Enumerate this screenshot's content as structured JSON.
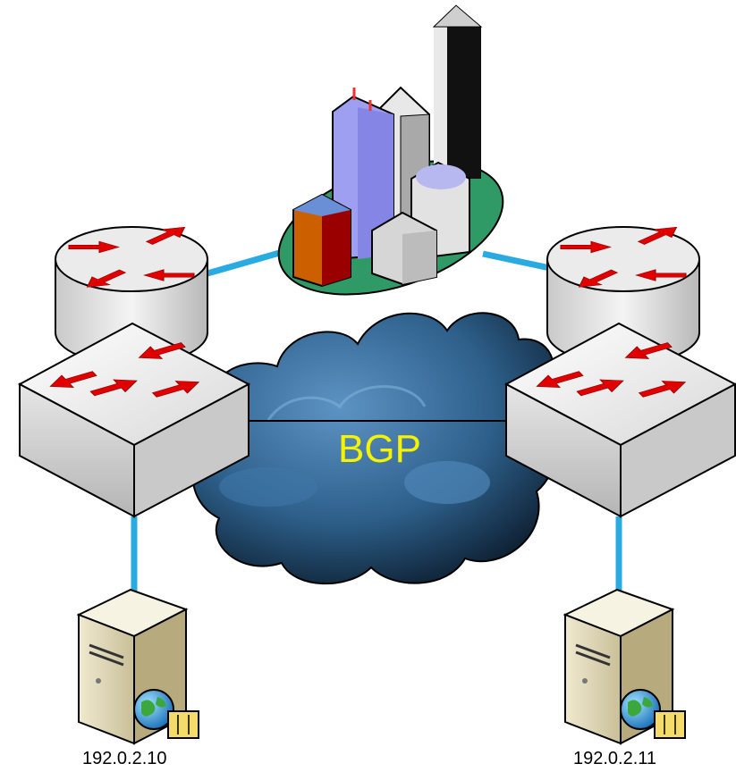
{
  "diagram": {
    "cloud_label": "BGP",
    "nodes": [
      {
        "id": "city",
        "icon": "city-buildings-icon"
      },
      {
        "id": "router-left",
        "icon": "router-icon"
      },
      {
        "id": "router-right",
        "icon": "router-icon"
      },
      {
        "id": "switch-left",
        "icon": "switch-icon"
      },
      {
        "id": "switch-right",
        "icon": "switch-icon"
      },
      {
        "id": "server-left",
        "icon": "web-server-icon",
        "label": "192.0.2.10"
      },
      {
        "id": "server-right",
        "icon": "web-server-icon",
        "label": "192.0.2.11"
      }
    ],
    "edges": [
      [
        "router-left",
        "city"
      ],
      [
        "city",
        "router-right"
      ],
      [
        "switch-left",
        "switch-right"
      ],
      [
        "switch-left",
        "server-left"
      ],
      [
        "switch-right",
        "server-right"
      ]
    ],
    "colors": {
      "link": "#29abe2",
      "arrow": "#e00000",
      "cloud": "#2e5f86",
      "cloud_label": "#f6f300",
      "ground": "#2f9a66"
    }
  }
}
